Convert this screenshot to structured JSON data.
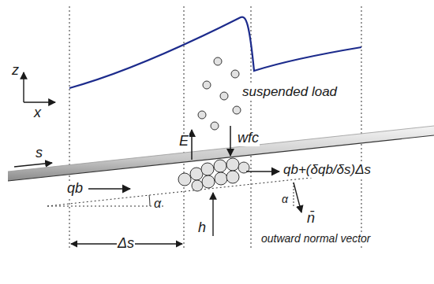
{
  "diagram": {
    "labels": [
      "z",
      "x",
      "s",
      "qb",
      "α",
      "Δs",
      "E",
      "wfc",
      "h",
      "suspended load",
      "qb+(δqb/δs)Δs",
      "α",
      "n̄",
      "outward normal vector"
    ]
  }
}
